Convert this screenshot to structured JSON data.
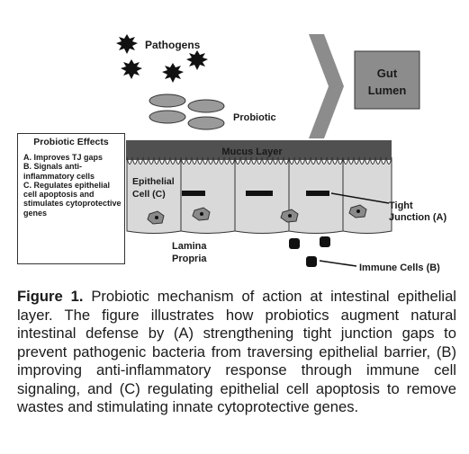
{
  "labels": {
    "pathogens": "Pathogens",
    "probiotic": "Probiotic",
    "gut_lumen_line1": "Gut",
    "gut_lumen_line2": "Lumen",
    "mucus_layer": "Mucus Layer",
    "epithelial_line1": "Epithelial",
    "epithelial_line2": "Cell (C)",
    "tight_line1": "Tight",
    "tight_line2": "Junction (A)",
    "lamina_line1": "Lamina",
    "lamina_line2": "Propria",
    "immune_cells": "Immune Cells (B)"
  },
  "effects": {
    "title": "Probiotic Effects",
    "items": [
      "A. Improves TJ gaps",
      "B. Signals anti-inflammatory cells",
      "C. Regulates epithelial cell apoptosis and stimulates cytoprotective genes"
    ]
  },
  "caption": {
    "figure_label": "Figure 1.",
    "text": "Probiotic mechanism of action at intestinal epithelial layer. The figure illustrates how probiotics augment natural intestinal defense by (A) strengthening tight junction gaps to prevent pathogenic bacteria from traversing epithelial barrier, (B) improving anti-inflammatory response through immune cell signaling, and (C) regulating epithelial cell apoptosis to remove wastes and stimulating innate cytoprotective genes."
  },
  "colors": {
    "mucus": "#505050",
    "cell_fill": "#d9d9d9",
    "probiotic_fill": "#9a9a9a",
    "lumen_box": "#8c8c8c",
    "chevron": "#8c8c8c",
    "dark": "#111111"
  }
}
